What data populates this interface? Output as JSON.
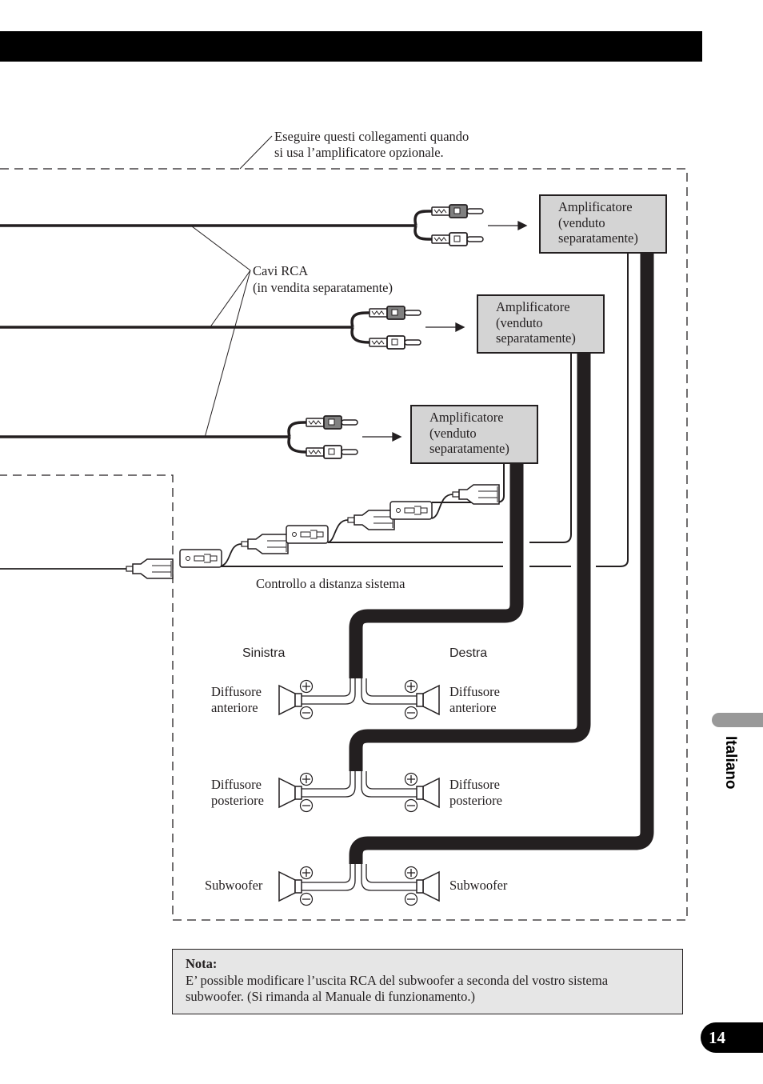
{
  "header": {
    "bar_color": "#000000"
  },
  "callout_optional_amp": {
    "line1": "Eseguire questi collegamenti quando",
    "line2": "si usa l’amplificatore opzionale."
  },
  "rca_label": {
    "line1": "Cavi RCA",
    "line2": "(in vendita separatamente)"
  },
  "amplifiers": [
    {
      "line1": "Amplificatore",
      "line2": "(venduto",
      "line3": "separatamente)"
    },
    {
      "line1": "Amplificatore",
      "line2": "(venduto",
      "line3": "separatamente)"
    },
    {
      "line1": "Amplificatore",
      "line2": "(venduto",
      "line3": "separatamente)"
    }
  ],
  "remote_label": "Controllo a distanza sistema",
  "sides": {
    "left": "Sinistra",
    "right": "Destra"
  },
  "speakers": {
    "front_left": {
      "line1": "Diffusore",
      "line2": "anteriore"
    },
    "front_right": {
      "line1": "Diffusore",
      "line2": "anteriore"
    },
    "rear_left": {
      "line1": "Diffusore",
      "line2": "posteriore"
    },
    "rear_right": {
      "line1": "Diffusore",
      "line2": "posteriore"
    },
    "sub_left": {
      "line1": "Subwoofer"
    },
    "sub_right": {
      "line1": "Subwoofer"
    }
  },
  "polarity": {
    "plus": "+",
    "minus": "−"
  },
  "note": {
    "title": "Nota:",
    "line1": "E’ possible modificare l’uscita RCA del subwoofer a seconda del vostro sistema",
    "line2": "subwoofer. (Si rimanda al Manuale di funzionamento.)"
  },
  "side_tab": {
    "label": "Italiano",
    "color": "#999999"
  },
  "page_number": "14",
  "colors": {
    "amp_fill": "#d4d4d4",
    "note_fill": "#e6e6e6",
    "ink": "#231f20",
    "rca_red": "#808080"
  }
}
